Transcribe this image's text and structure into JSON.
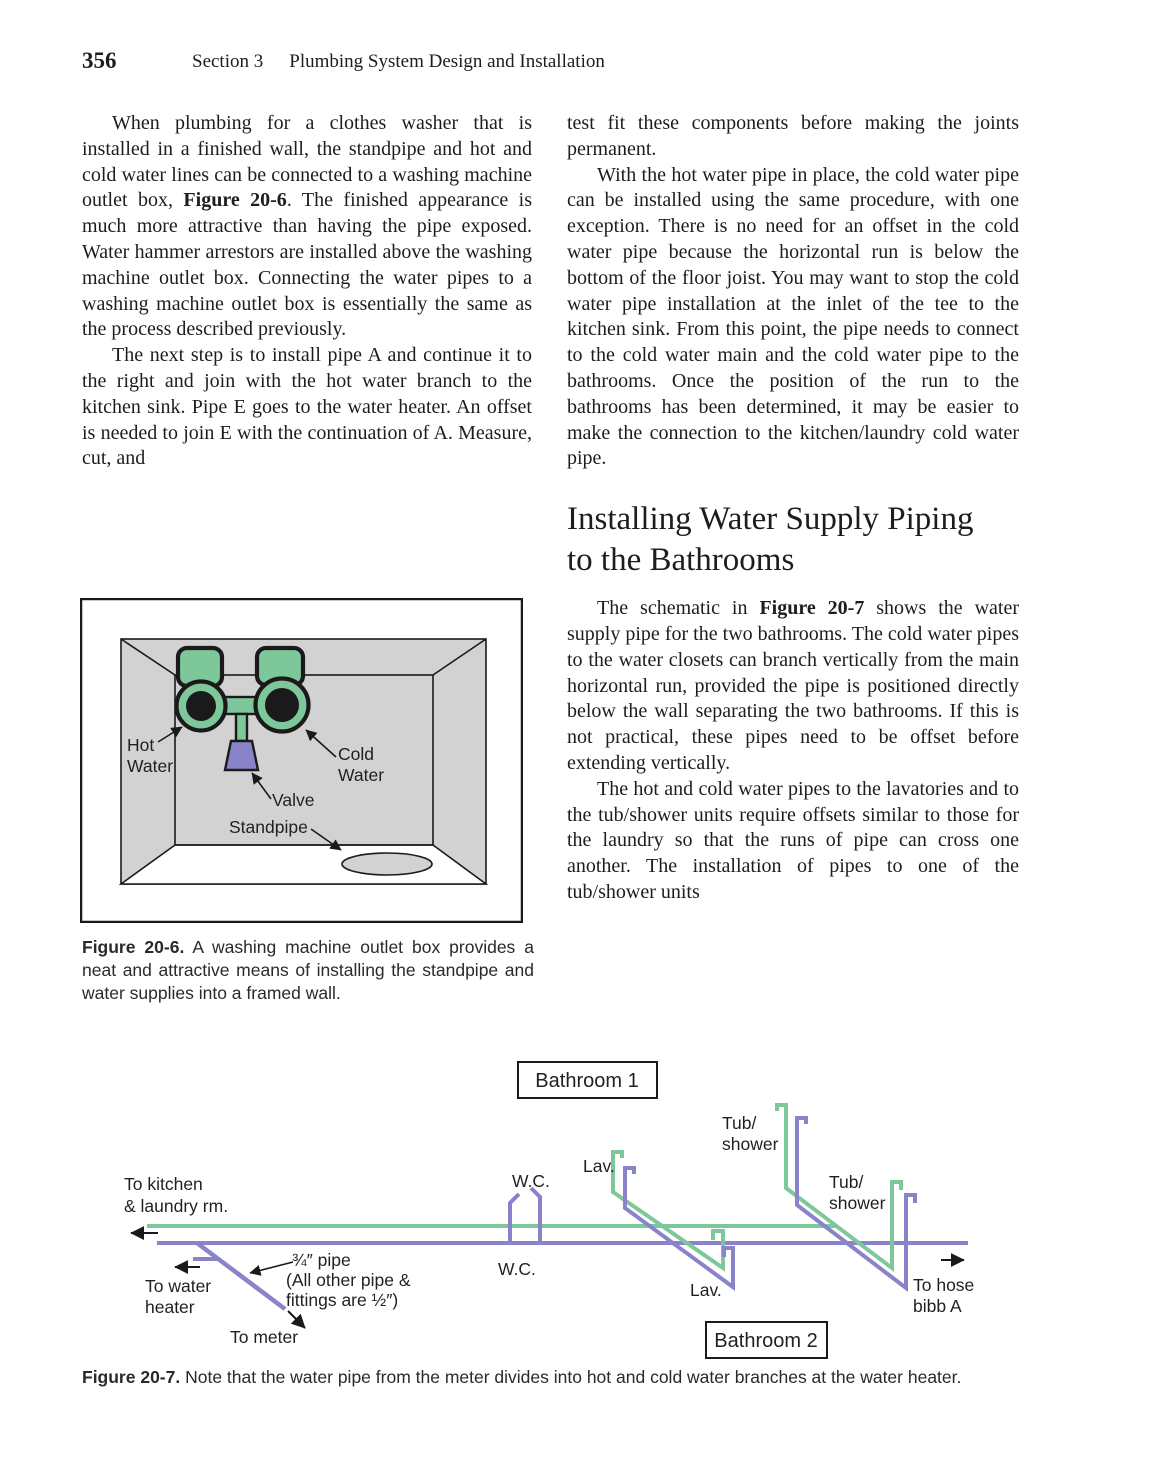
{
  "page": {
    "number": "356",
    "section": "Section 3",
    "title": "Plumbing System Design and Installation"
  },
  "left_column": {
    "para1": [
      {
        "t": "When plumbing for a clothes washer that is installed in a finished wall, the standpipe and hot and cold water lines can be connected to a washing machine outlet box, "
      },
      {
        "t": "Figure 20-6",
        "b": true
      },
      {
        "t": ". The finished appearance is much more attractive than having the pipe exposed. Water hammer arrestors are installed above the washing machine outlet box. Connecting the water pipes to a washing machine outlet box is essentially the same as the process described previously."
      }
    ],
    "para2": "The next step is to install pipe A and continue it to the right and join with the hot water branch to the kitchen sink. Pipe E goes to the water heater. An offset is needed to join E with the continuation of A. Measure, cut, and"
  },
  "right_column": {
    "para1": "test fit these components before making the joints permanent.",
    "para2": "With the hot water pipe in place, the cold water pipe can be installed using the same procedure, with one exception. There is no need for an offset in the cold water pipe because the horizontal run is below the bottom of the floor joist. You may want to stop the cold water pipe installation at the inlet of the tee to the kitchen sink. From this point, the pipe needs to connect to the cold water main and the cold water pipe to the bathrooms. Once the position of the run to the bathrooms has been determined, it may be easier to make the connection to the kitchen/laundry cold water pipe.",
    "heading": "Installing Water Supply Piping to the Bathrooms",
    "para3": [
      {
        "t": "The schematic in "
      },
      {
        "t": "Figure 20-7",
        "b": true
      },
      {
        "t": " shows the water supply pipe for the two bathrooms. The cold water pipes to the water closets can branch vertically from the main horizontal run, provided the pipe is positioned directly below the wall separating the two bathrooms. If this is not practical, these pipes need to be offset before extending vertically."
      }
    ],
    "para4": "The hot and cold water pipes to the lavatories and to the tub/shower units require offsets similar to those for the laundry so that the runs of pipe can cross one another. The installation of pipes to one of the tub/shower units"
  },
  "figure6": {
    "caption": [
      {
        "t": "Figure 20-6.",
        "b": true
      },
      {
        "t": " A washing machine outlet box provides a neat and attractive means of installing the standpipe and water supplies into a framed wall."
      }
    ],
    "labels": {
      "hot_line1": "Hot",
      "hot_line2": "Water",
      "cold_line1": "Cold",
      "cold_line2": "Water",
      "valve": "Valve",
      "standpipe": "Standpipe"
    },
    "colors": {
      "pipe_green": "#7dc79b",
      "valve_purple": "#8983c9",
      "wall_gray": "#d2d2d2",
      "outline": "#1a1a1a"
    }
  },
  "figure7": {
    "caption": [
      {
        "t": "Figure 20-7.",
        "b": true
      },
      {
        "t": " Note that the water pipe from the meter divides into hot and cold water branches at the water heater."
      }
    ],
    "labels": {
      "bathroom1": "Bathroom 1",
      "bathroom2": "Bathroom 2",
      "to_kitchen_line1": "To kitchen",
      "to_kitchen_line2": "& laundry rm.",
      "to_water_heater_line1": "To water",
      "to_water_heater_line2": "heater",
      "to_meter": "To meter",
      "pipe_note_line1": "¾″ pipe",
      "pipe_note_line2": "(All other pipe &",
      "pipe_note_line3": "fittings are ½″)",
      "wc": "W.C.",
      "lav": "Lav.",
      "tub_line1": "Tub/",
      "tub_line2": "shower",
      "to_hose_line1": "To hose",
      "to_hose_line2": "bibb A"
    },
    "colors": {
      "hot_pipe": "#7dc79b",
      "cold_pipe": "#8983c9",
      "arrow_black": "#1a1a1a"
    }
  }
}
